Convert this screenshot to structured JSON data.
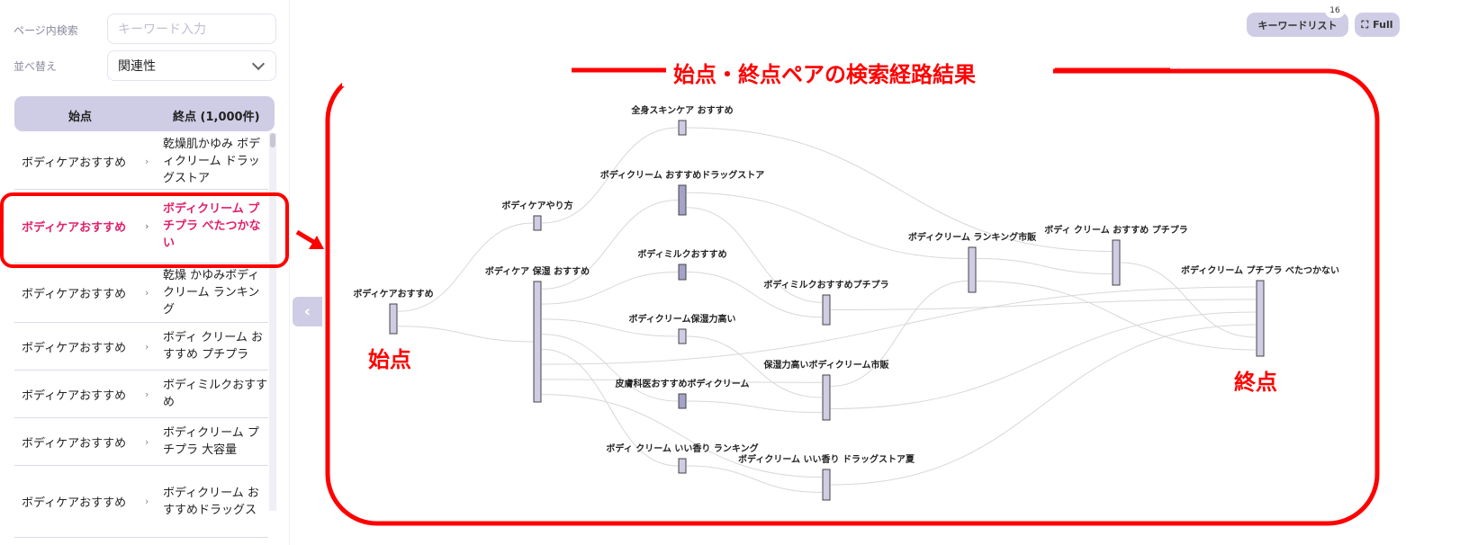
{
  "sidebar": {
    "search_label": "ページ内検索",
    "search_placeholder": "キーワード入力",
    "sort_label": "並べ替え",
    "sort_value": "関連性",
    "table_header": {
      "start": "始点",
      "end": "終点 (1,000件)"
    },
    "arrow": "›",
    "rows": [
      {
        "start": "ボディケアおすすめ",
        "end": "乾燥肌かゆみ ボディクリーム ドラッグストア"
      },
      {
        "start": "ボディケアおすすめ",
        "end": "ボディクリーム プチプラ べたつかない",
        "selected": true
      },
      {
        "start": "ボディケアおすすめ",
        "end": "乾燥 かゆみボディクリーム ランキング"
      },
      {
        "start": "ボディケアおすすめ",
        "end": "ボディ クリーム おすすめ プチプラ"
      },
      {
        "start": "ボディケアおすすめ",
        "end": "ボディミルクおすすめ"
      },
      {
        "start": "ボディケアおすすめ",
        "end": "ボディクリーム プチプラ 大容量"
      },
      {
        "start": "ボディケアおすすめ",
        "end": "ボディクリーム おすすめドラッグス"
      }
    ]
  },
  "toolbar": {
    "keyword_list": "キーワードリスト",
    "keyword_count": "16",
    "full": "Full",
    "collapse": "‹"
  },
  "annotations": {
    "title": "始点・終点ペアの検索経路結果",
    "start": "始点",
    "end": "終点"
  },
  "colors": {
    "accent": "#e0206a",
    "header": "#cfcde5",
    "annotation": "#ff0000",
    "node_light": "#cfcde5",
    "node_dark": "#a4a2c8"
  },
  "diagram": {
    "nodes": [
      {
        "label": "ボディケアおすすめ"
      },
      {
        "label": "ボディケアやり方"
      },
      {
        "label": "ボディケア 保湿 おすすめ"
      },
      {
        "label": "全身スキンケア おすすめ"
      },
      {
        "label": "ボディクリーム おすすめドラッグストア"
      },
      {
        "label": "ボディミルクおすすめ"
      },
      {
        "label": "ボディクリーム保湿力高い"
      },
      {
        "label": "皮膚科医おすすめボディクリーム"
      },
      {
        "label": "ボディ クリーム いい香り ランキング"
      },
      {
        "label": "ボディミルクおすすめプチプラ"
      },
      {
        "label": "保湿力高いボディクリーム市販"
      },
      {
        "label": "ボディクリーム いい香り ドラッグストア夏"
      },
      {
        "label": "ボディクリーム ランキング市販"
      },
      {
        "label": "ボディ クリーム おすすめ プチプラ"
      },
      {
        "label": "ボディクリーム プチプラ べたつかない"
      }
    ],
    "links": [
      [
        0,
        1
      ],
      [
        0,
        2
      ],
      [
        1,
        3
      ],
      [
        2,
        4
      ],
      [
        2,
        5
      ],
      [
        2,
        6
      ],
      [
        2,
        7
      ],
      [
        2,
        8
      ],
      [
        2,
        14
      ],
      [
        2,
        10
      ],
      [
        2,
        11
      ],
      [
        3,
        13
      ],
      [
        4,
        12
      ],
      [
        4,
        9
      ],
      [
        5,
        9
      ],
      [
        6,
        10
      ],
      [
        7,
        10
      ],
      [
        8,
        11
      ],
      [
        9,
        14
      ],
      [
        10,
        12
      ],
      [
        10,
        14
      ],
      [
        11,
        14
      ],
      [
        12,
        13
      ],
      [
        13,
        14
      ],
      [
        12,
        14
      ]
    ]
  }
}
